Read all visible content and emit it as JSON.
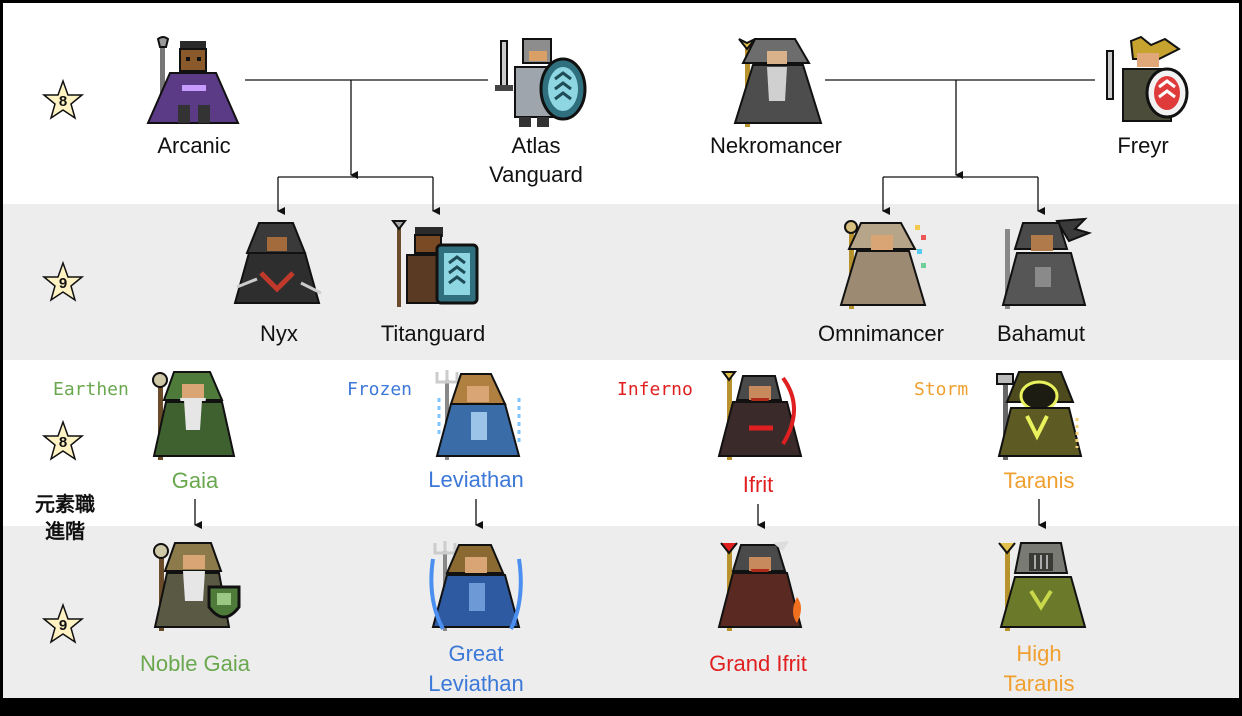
{
  "stars": {
    "tier8": "8",
    "tier9": "9"
  },
  "side_label": {
    "line1": "元素職",
    "line2": "進階"
  },
  "colors": {
    "earthen": "#6aa84f",
    "frozen": "#3c78d8",
    "inferno": "#e02020",
    "storm": "#f0a030",
    "band": "#ededed",
    "star_fill": "#fff3c4"
  },
  "row1": {
    "arcanic": "Arcanic",
    "atlas_1": "Atlas",
    "atlas_2": "Vanguard",
    "nekromancer": "Nekromancer",
    "freyr": "Freyr"
  },
  "row2": {
    "nyx": "Nyx",
    "titanguard": "Titanguard",
    "omnimancer": "Omnimancer",
    "bahamut": "Bahamut"
  },
  "row3": {
    "earthen": "Earthen",
    "frozen": "Frozen",
    "inferno": "Inferno",
    "storm": "Storm",
    "gaia": "Gaia",
    "leviathan": "Leviathan",
    "ifrit": "Ifrit",
    "taranis": "Taranis"
  },
  "row4": {
    "noble_gaia": "Noble Gaia",
    "great_1": "Great",
    "great_2": "Leviathan",
    "grand_ifrit": "Grand Ifrit",
    "high_1": "High",
    "high_2": "Taranis"
  }
}
